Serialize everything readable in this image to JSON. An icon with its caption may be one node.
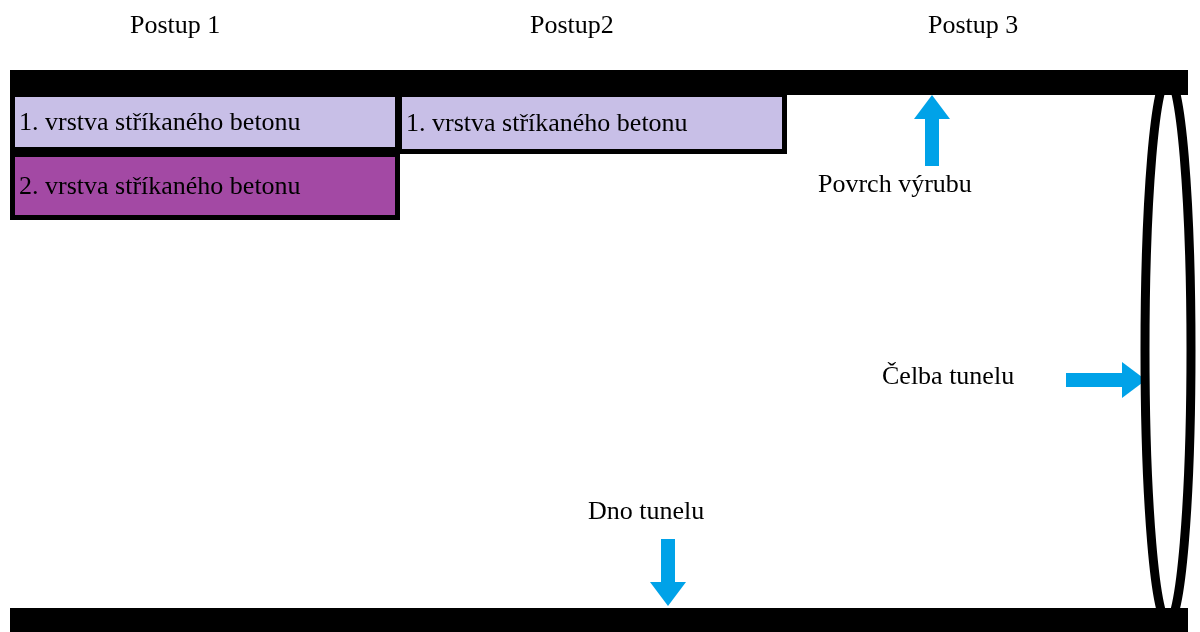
{
  "diagram": {
    "nodes": [
      {
        "text": [
          "1. vrstva stříkaného betonu"
        ]
      },
      {
        "text": [
          "2. vrstva stříkaného betonu"
        ]
      },
      {
        "text": [
          "1. vrstva stříkaného betonu"
        ]
      },
      {
        "text": [
          "Povrch výrubu"
        ]
      },
      {
        "text": [
          "Čelba tunelu"
        ]
      },
      {
        "text": [
          "Dno tunelu"
        ]
      },
      {
        "text": [],
        "shape": "bar"
      },
      {
        "text": [],
        "shape": "ellipse"
      },
      {
        "text": [],
        "shape": "bar"
      }
    ],
    "edges": [
      {
        "from": 3,
        "to": 6,
        "arrow": "to"
      },
      {
        "from": 4,
        "to": 7,
        "arrow": "to"
      },
      {
        "from": 5,
        "to": 8,
        "arrow": "to"
      }
    ],
    "labels": [
      "Postup 1",
      "Postup2",
      "Postup 3"
    ]
  }
}
